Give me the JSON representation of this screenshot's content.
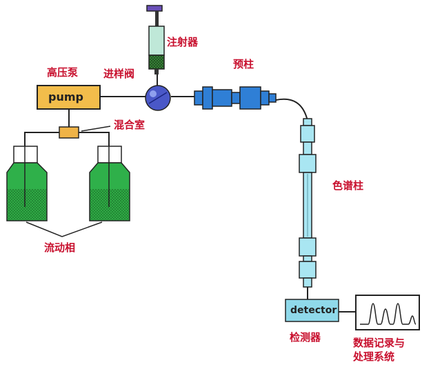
{
  "labels": {
    "syringe": "注射器",
    "pump_cn": "高压泵",
    "injector": "进样阀",
    "precolumn": "预柱",
    "mixer": "混合室",
    "column": "色谱柱",
    "mobile_phase": "流动相",
    "detector_cn": "检测器",
    "data_line1": "数据记录与",
    "data_line2": "处理系统"
  },
  "components": {
    "pump_box": "pump",
    "detector_box": "detector"
  },
  "colors": {
    "label": "#c8102e",
    "pump": "#f2bd4b",
    "mixer": "#efb347",
    "valve": "#4a58c8",
    "fitting": "#2f7fd6",
    "column": "#a9e6f2",
    "bottle_liquid": "#2fb04a",
    "detector": "#8fd9ea"
  }
}
